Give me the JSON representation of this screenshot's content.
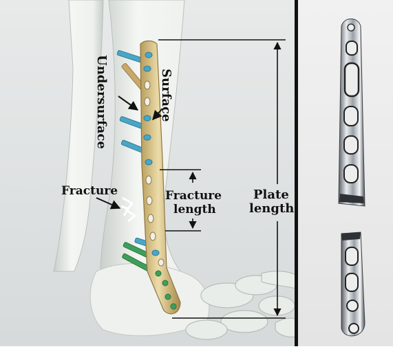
{
  "labels": {
    "undersurface": "Undersurface",
    "surface": "Surface",
    "fracture": "Fracture",
    "fracture_length_line1": "Fracture",
    "fracture_length_line2": "length",
    "plate_length_line1": "Plate",
    "plate_length_line2": "length"
  },
  "colors": {
    "background_left": "#dfe2e2",
    "bone": "#f1f4f1",
    "bone_shadow": "#c9cfcb",
    "plate_gold": "#d8c48a",
    "screw_blue": "#4aa6c6",
    "screw_green": "#3f9f5a",
    "screw_gold": "#c9a86a",
    "photo_background": "#ededed",
    "steel": "#c8ccd0",
    "divider": "#111111"
  },
  "icons": [
    "bone-plate-illustration",
    "fracture-mark-icon",
    "steel-plate-photo"
  ]
}
